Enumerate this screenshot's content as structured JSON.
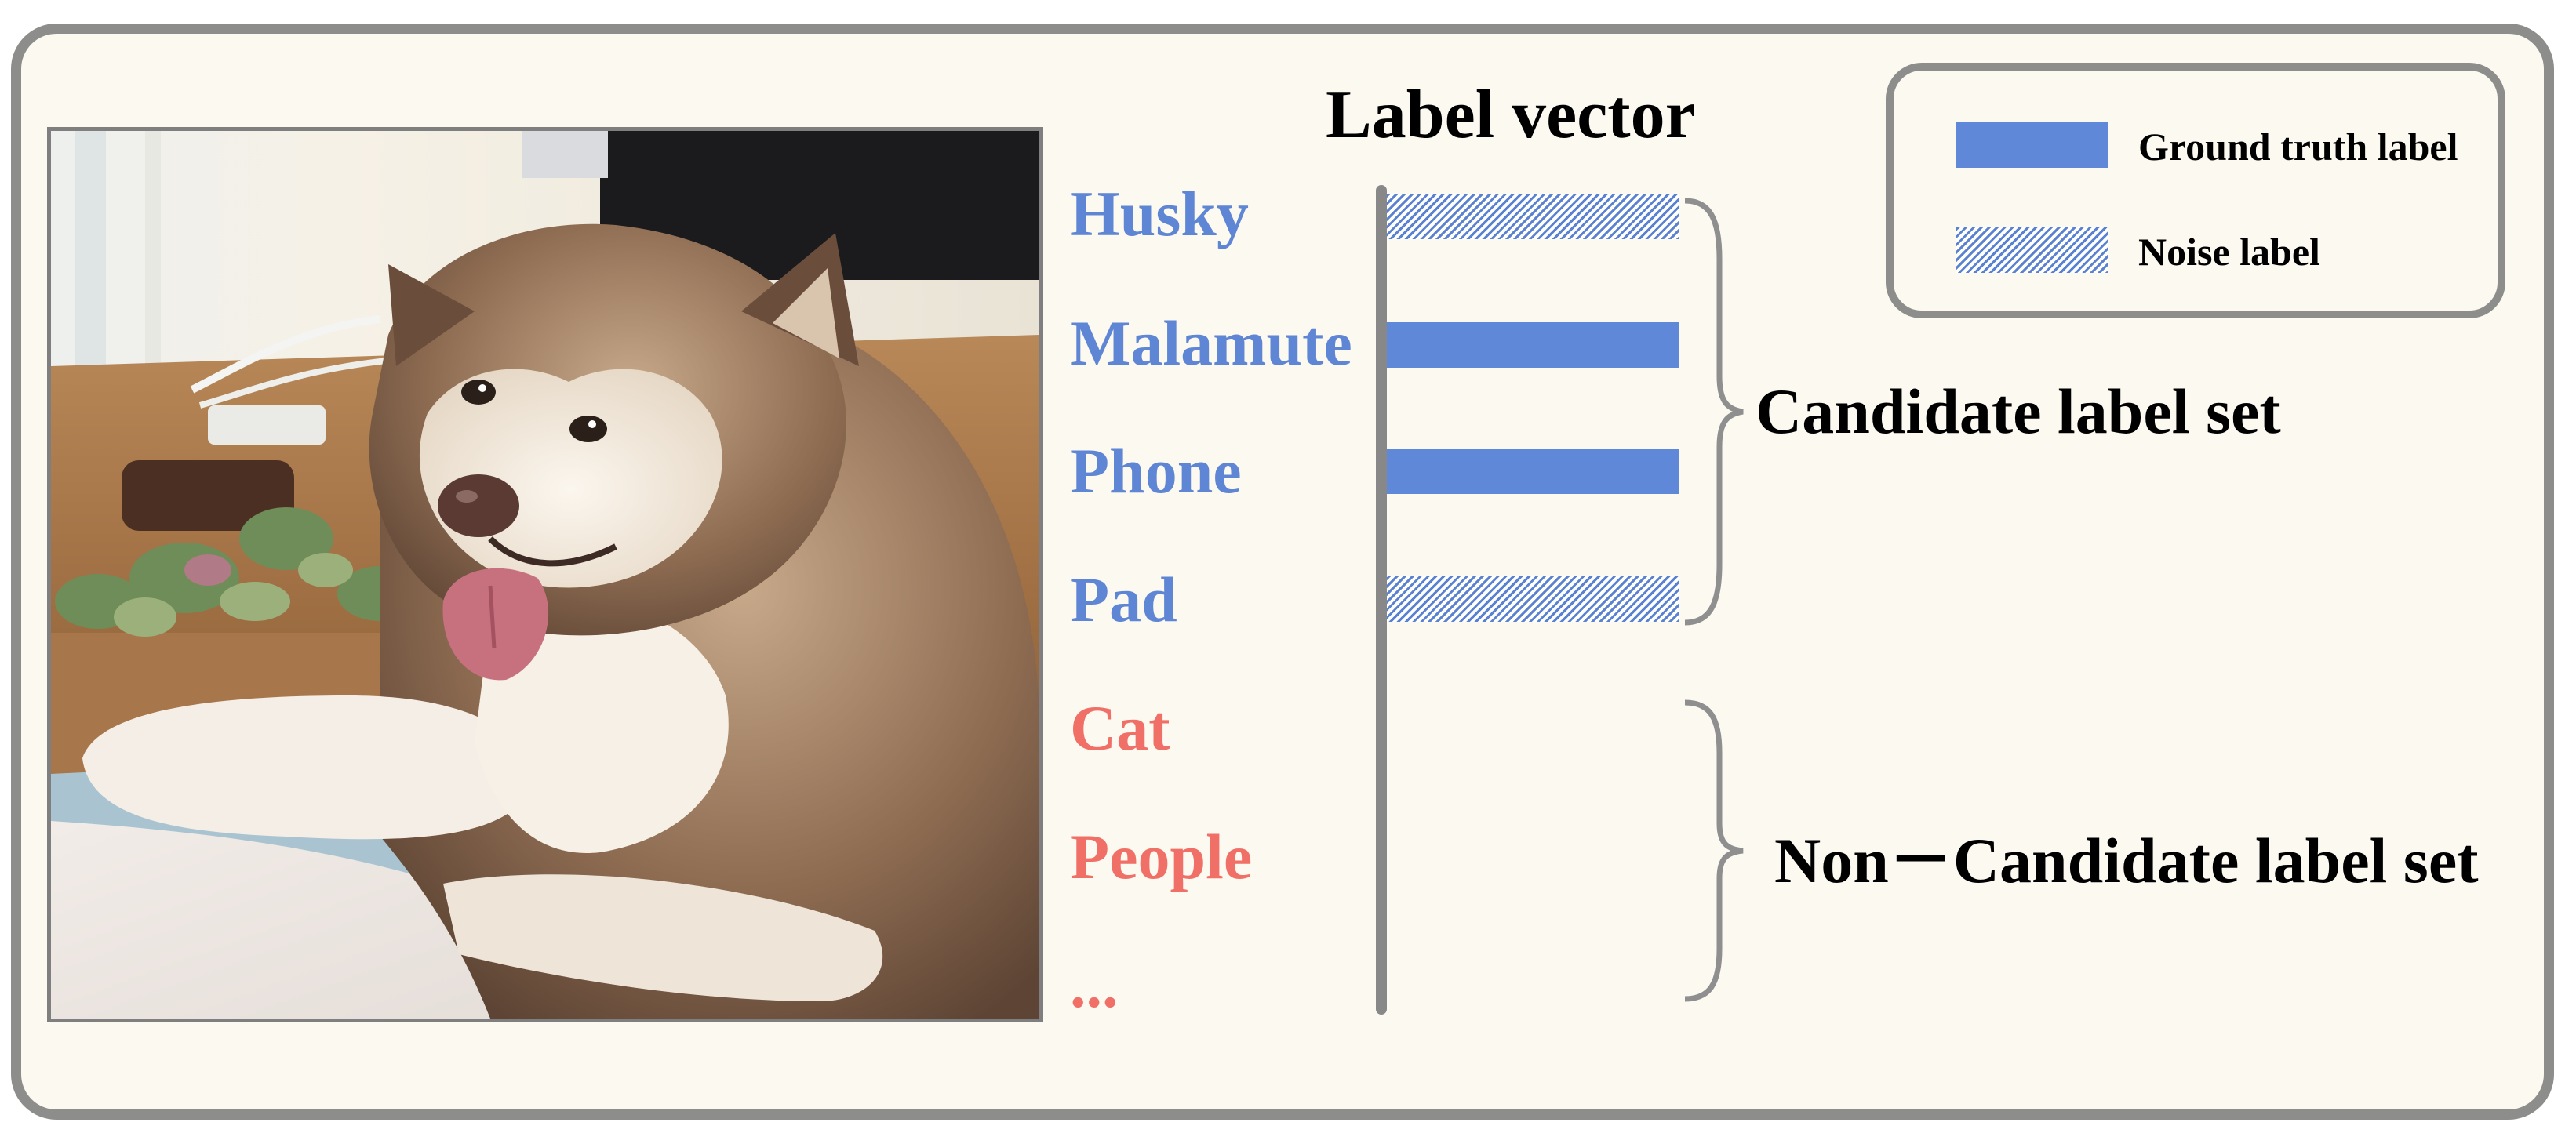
{
  "title": "Label vector",
  "colors": {
    "candidate_label": "#5f86d4",
    "non_candidate_label": "#f07068",
    "ground_truth": "#6088d8",
    "noise": "#5b82d0",
    "frame_border": "#8d8d8b",
    "background": "#fcf9f0"
  },
  "image": {
    "icon": "dog-photo"
  },
  "labels": [
    {
      "text": "Husky",
      "group": "candidate",
      "bar": "noise"
    },
    {
      "text": "Malamute",
      "group": "candidate",
      "bar": "ground_truth"
    },
    {
      "text": "Phone",
      "group": "candidate",
      "bar": "ground_truth"
    },
    {
      "text": "Pad",
      "group": "candidate",
      "bar": "noise"
    },
    {
      "text": "Cat",
      "group": "non_candidate",
      "bar": "none"
    },
    {
      "text": "People",
      "group": "non_candidate",
      "bar": "none"
    },
    {
      "text": "...",
      "group": "non_candidate",
      "bar": "none"
    }
  ],
  "sets": {
    "candidate": "Candidate label set",
    "non_candidate": "Non－Candidate label set"
  },
  "legend": {
    "ground_truth": "Ground truth label",
    "noise": "Noise label"
  }
}
